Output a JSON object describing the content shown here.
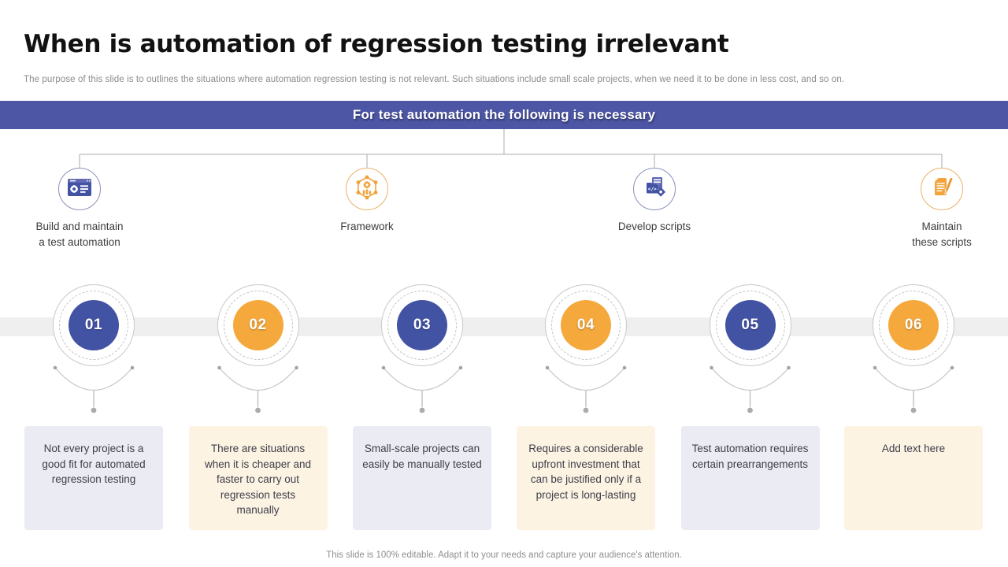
{
  "slide": {
    "title": "When is automation of regression testing irrelevant",
    "subtitle": "The purpose of this slide is to outlines the situations where automation regression testing is not relevant. Such situations include small scale projects, when we need it to be done in less cost, and so on.",
    "banner": "For test automation the following is necessary",
    "footer": "This slide is 100% editable. Adapt it to your needs and capture your audience's attention."
  },
  "requirements": [
    {
      "line1": "Build and maintain",
      "line2": "a test automation",
      "icon": "app-window-gear-icon",
      "color": "purple"
    },
    {
      "line1": "Framework",
      "line2": "",
      "icon": "framework-network-icon",
      "color": "orange"
    },
    {
      "line1": "Develop scripts",
      "line2": "",
      "icon": "develop-scripts-icon",
      "color": "purple"
    },
    {
      "line1": "Maintain",
      "line2": "these scripts",
      "icon": "maintain-scripts-icon",
      "color": "orange"
    }
  ],
  "steps": [
    {
      "number": "01",
      "color": "#4353A4",
      "text": "Not every project is a good fit for automated regression testing"
    },
    {
      "number": "02",
      "color": "#F5A93D",
      "text": "There are situations when it is cheaper and faster to carry out regression tests manually"
    },
    {
      "number": "03",
      "color": "#4353A4",
      "text": "Small-scale projects can easily be manually tested"
    },
    {
      "number": "04",
      "color": "#F5A93D",
      "text": "Requires a considerable upfront investment that can be justified only if a project is long-lasting"
    },
    {
      "number": "05",
      "color": "#4353A4",
      "text": "Test automation requires certain prearrangements"
    },
    {
      "number": "06",
      "color": "#F5A93D",
      "text": "Add text here"
    }
  ],
  "colors": {
    "accent_purple": "#4353A4",
    "accent_orange": "#F5A93D",
    "banner_bg": "#4C56A4",
    "box_lavender": "#EAEBF3",
    "box_cream": "#FCF3E3",
    "strip_gray": "#EFEFEF"
  }
}
